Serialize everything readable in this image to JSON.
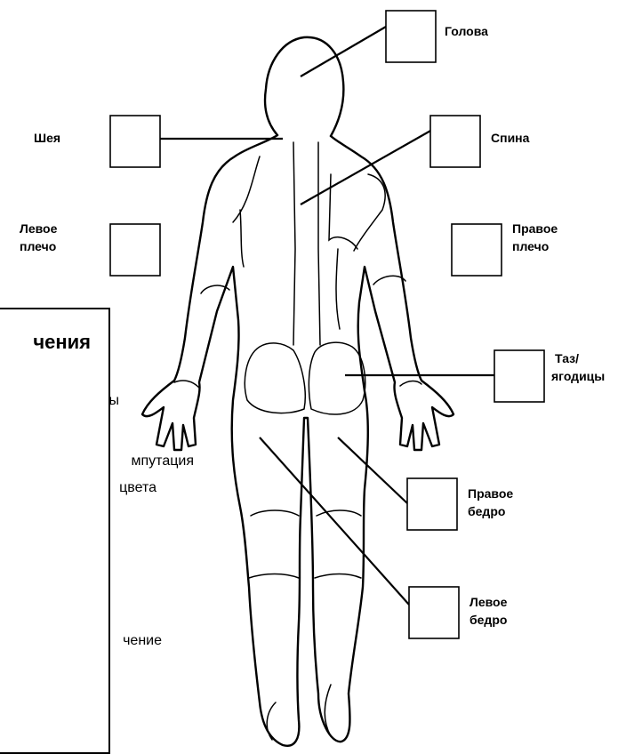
{
  "labels": {
    "head": "Голова",
    "neck": "Шея",
    "back": "Спина",
    "left_shoulder_line1": "Левое",
    "left_shoulder_line2": "плечо",
    "right_shoulder_line1": "Правое",
    "right_shoulder_line2": "плечо",
    "pelvis_line1": "Таз/",
    "pelvis_line2": "ягодицы",
    "right_thigh_line1": "Правое",
    "right_thigh_line2": "бедро",
    "left_thigh_line1": "Левое",
    "left_thigh_line2": "бедро"
  },
  "legend": {
    "title": "чения",
    "items": [
      "ы",
      "мпутация",
      "цвета",
      "чение"
    ]
  }
}
